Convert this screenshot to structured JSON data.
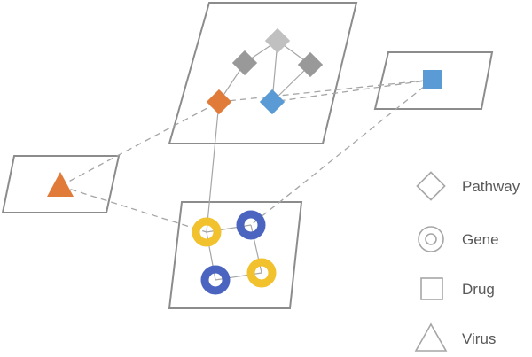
{
  "legend": {
    "pathway_label": "Pathway",
    "gene_label": "Gene",
    "drug_label": "Drug",
    "virus_label": "Virus"
  },
  "colors": {
    "orange": "#e07b39",
    "blue": "#5b9bd5",
    "yellow": "#f2c12e",
    "navy": "#4a64c0",
    "gray_dark": "#999999",
    "gray_light": "#c0c0c0",
    "line": "#a6a6a6",
    "plane_border": "#8c8c8c"
  },
  "icons": {
    "pathway": "diamond-icon",
    "gene": "ring-icon",
    "drug": "square-icon",
    "virus": "triangle-icon"
  }
}
